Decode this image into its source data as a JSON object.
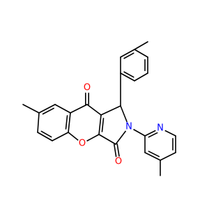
{
  "diagram": {
    "type": "chemical-structure",
    "colors": {
      "bond": "#000000",
      "oxygen": "#ff0000",
      "nitrogen": "#0000ff"
    },
    "atoms": [
      {
        "id": "o_ketone",
        "label": "O",
        "element": "oxygen"
      },
      {
        "id": "o_ring",
        "label": "O",
        "element": "oxygen"
      },
      {
        "id": "o_lactam",
        "label": "O",
        "element": "oxygen"
      },
      {
        "id": "n_pyrrole",
        "label": "N",
        "element": "nitrogen"
      },
      {
        "id": "n_pyridine",
        "label": "N",
        "element": "nitrogen"
      }
    ]
  }
}
